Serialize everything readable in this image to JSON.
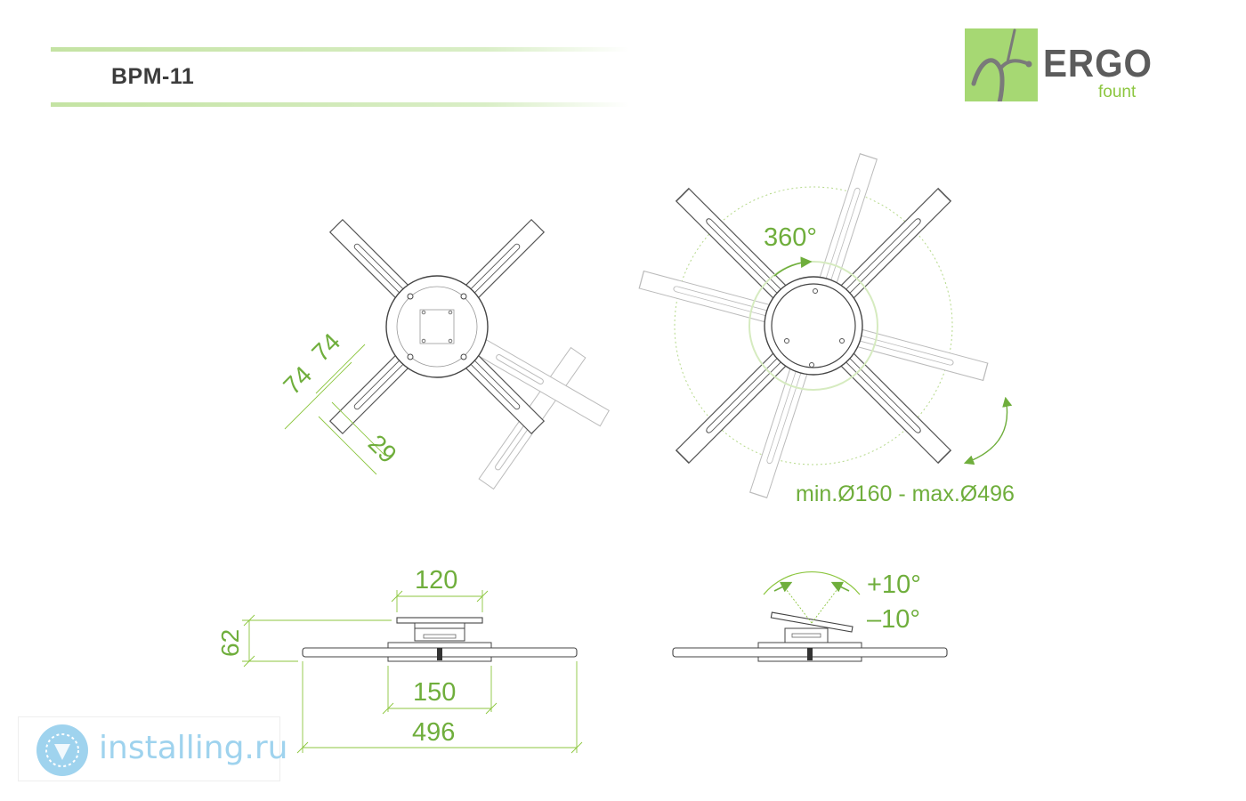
{
  "header": {
    "model": "BPM-11",
    "accent_color": "#8cc63f"
  },
  "logo": {
    "brand": "ERGO",
    "sub": "fount",
    "mark_color": "#a6d873",
    "text_color": "#5c5c5c"
  },
  "dimensions": {
    "top_view": {
      "slot_spacing_1": "74",
      "slot_spacing_2": "74",
      "arm_width": "29"
    },
    "rotation_view": {
      "rotation": "360°",
      "range": "min.Ø160 - max.Ø496"
    },
    "side_view": {
      "plate_width": "120",
      "height": "62",
      "base_width": "150",
      "total_width": "496"
    },
    "tilt_view": {
      "tilt_up": "+10°",
      "tilt_down": "–10°"
    }
  },
  "watermark": {
    "text": "installing.ru",
    "color": "#9fd3ee"
  }
}
